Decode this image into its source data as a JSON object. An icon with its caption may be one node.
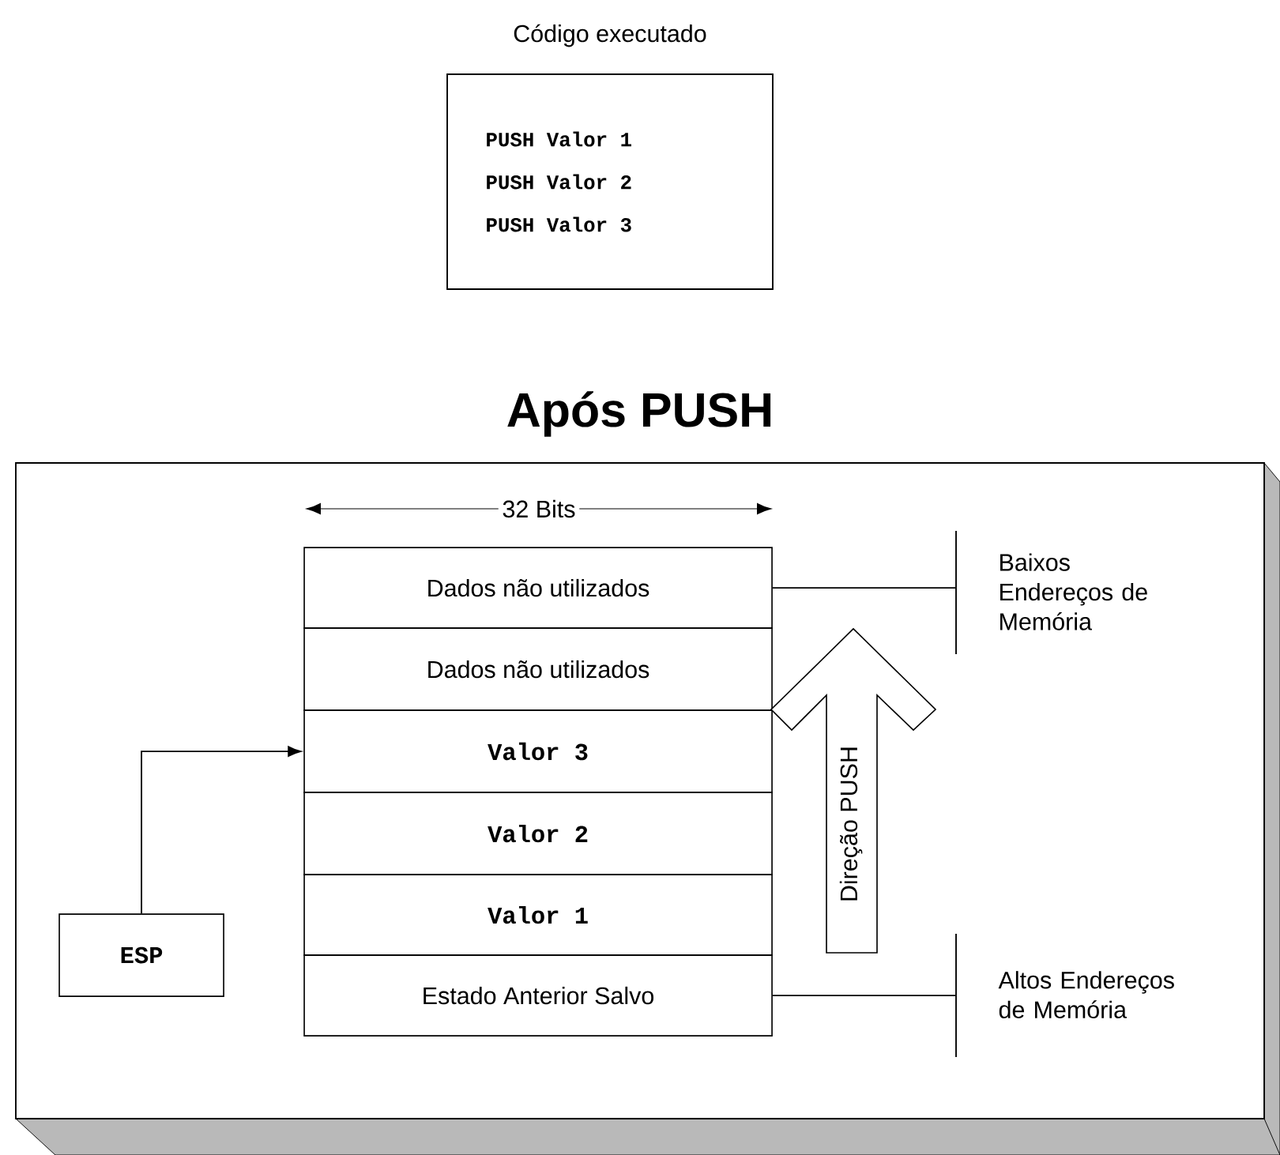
{
  "diagram": {
    "title": "Após PUSH",
    "nodes": [
      {
        "text": [
          "Código executado",
          "PUSH Valor 1",
          "PUSH Valor 2",
          "PUSH Valor 3"
        ]
      },
      {
        "text": [],
        "shape": "box"
      },
      {
        "text": [
          "Dados não utilizados"
        ],
        "in": 1
      },
      {
        "text": [
          "Dados não utilizados"
        ],
        "in": 1
      },
      {
        "text": [
          "Valor 3"
        ],
        "in": 1
      },
      {
        "text": [
          "Valor 2"
        ],
        "in": 1
      },
      {
        "text": [
          "Valor 1"
        ],
        "in": 1
      },
      {
        "text": [
          "Estado Anterior Salvo"
        ],
        "in": 1
      },
      {
        "text": [
          "ESP"
        ],
        "in": 1
      },
      {
        "text": [
          "Direção PUSH"
        ],
        "in": 1
      },
      {
        "text": [
          "Baixos Endereços de Memória"
        ],
        "in": 1
      },
      {
        "text": [
          "Altos Endereços de Memória"
        ],
        "in": 1
      }
    ],
    "edges": [
      {
        "from": 8,
        "to": 4,
        "arrow": "to"
      },
      {
        "from": 2,
        "to": 10,
        "arrow": "none"
      },
      {
        "from": 7,
        "to": 11,
        "arrow": "none"
      }
    ],
    "labels": [
      "32 Bits"
    ]
  }
}
